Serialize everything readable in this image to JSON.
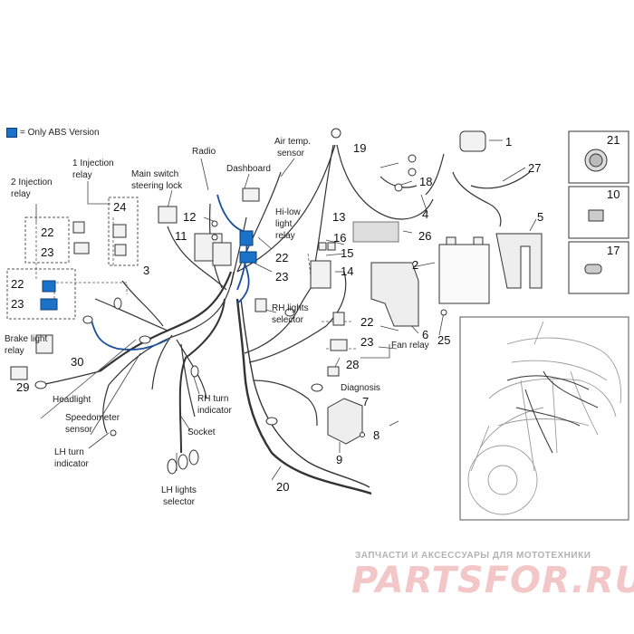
{
  "legend": {
    "text": "= Only ABS Version",
    "swatch_color": "#1a73c9"
  },
  "labels": {
    "radio": "Radio",
    "air_temp": [
      "Air temp.",
      "sensor"
    ],
    "dashboard": "Dashboard",
    "main_switch": [
      "Main switch",
      "steering lock"
    ],
    "injection_relay_1": [
      "1 Injection",
      "relay"
    ],
    "injection_relay_2": [
      "2 Injection",
      "relay"
    ],
    "hi_low": [
      "Hi-low",
      "light",
      "relay"
    ],
    "brake_light": [
      "Brake light",
      "relay"
    ],
    "rh_lights": [
      "RH lights",
      "selector"
    ],
    "headlight": "Headlight",
    "speedometer": [
      "Speedometer",
      "sensor"
    ],
    "lh_turn": [
      "LH turn",
      "indicator"
    ],
    "rh_turn": [
      "RH turn",
      "indicator"
    ],
    "socket": "Socket",
    "lh_lights": [
      "LH lights",
      "selector"
    ],
    "diagnosis": "Diagnosis",
    "fan_relay": "Fan relay"
  },
  "numbers": {
    "n1": "1",
    "n2": "2",
    "n3": "3",
    "n4": "4",
    "n5": "5",
    "n6": "6",
    "n7": "7",
    "n8": "8",
    "n9": "9",
    "n10": "10",
    "n11": "11",
    "n12": "12",
    "n13": "13",
    "n14": "14",
    "n15": "15",
    "n16": "16",
    "n17": "17",
    "n18": "18",
    "n19": "19",
    "n20": "20",
    "n21": "21",
    "n22": "22",
    "n23": "23",
    "n24": "24",
    "n25": "25",
    "n26": "26",
    "n27": "27",
    "n28": "28",
    "n29": "29",
    "n30": "30"
  },
  "watermark": {
    "top": "ЗАПЧАСТИ И АКСЕССУАРЫ ДЛЯ МОТОТЕХНИКИ",
    "main": "PARTSFOR.RU"
  }
}
